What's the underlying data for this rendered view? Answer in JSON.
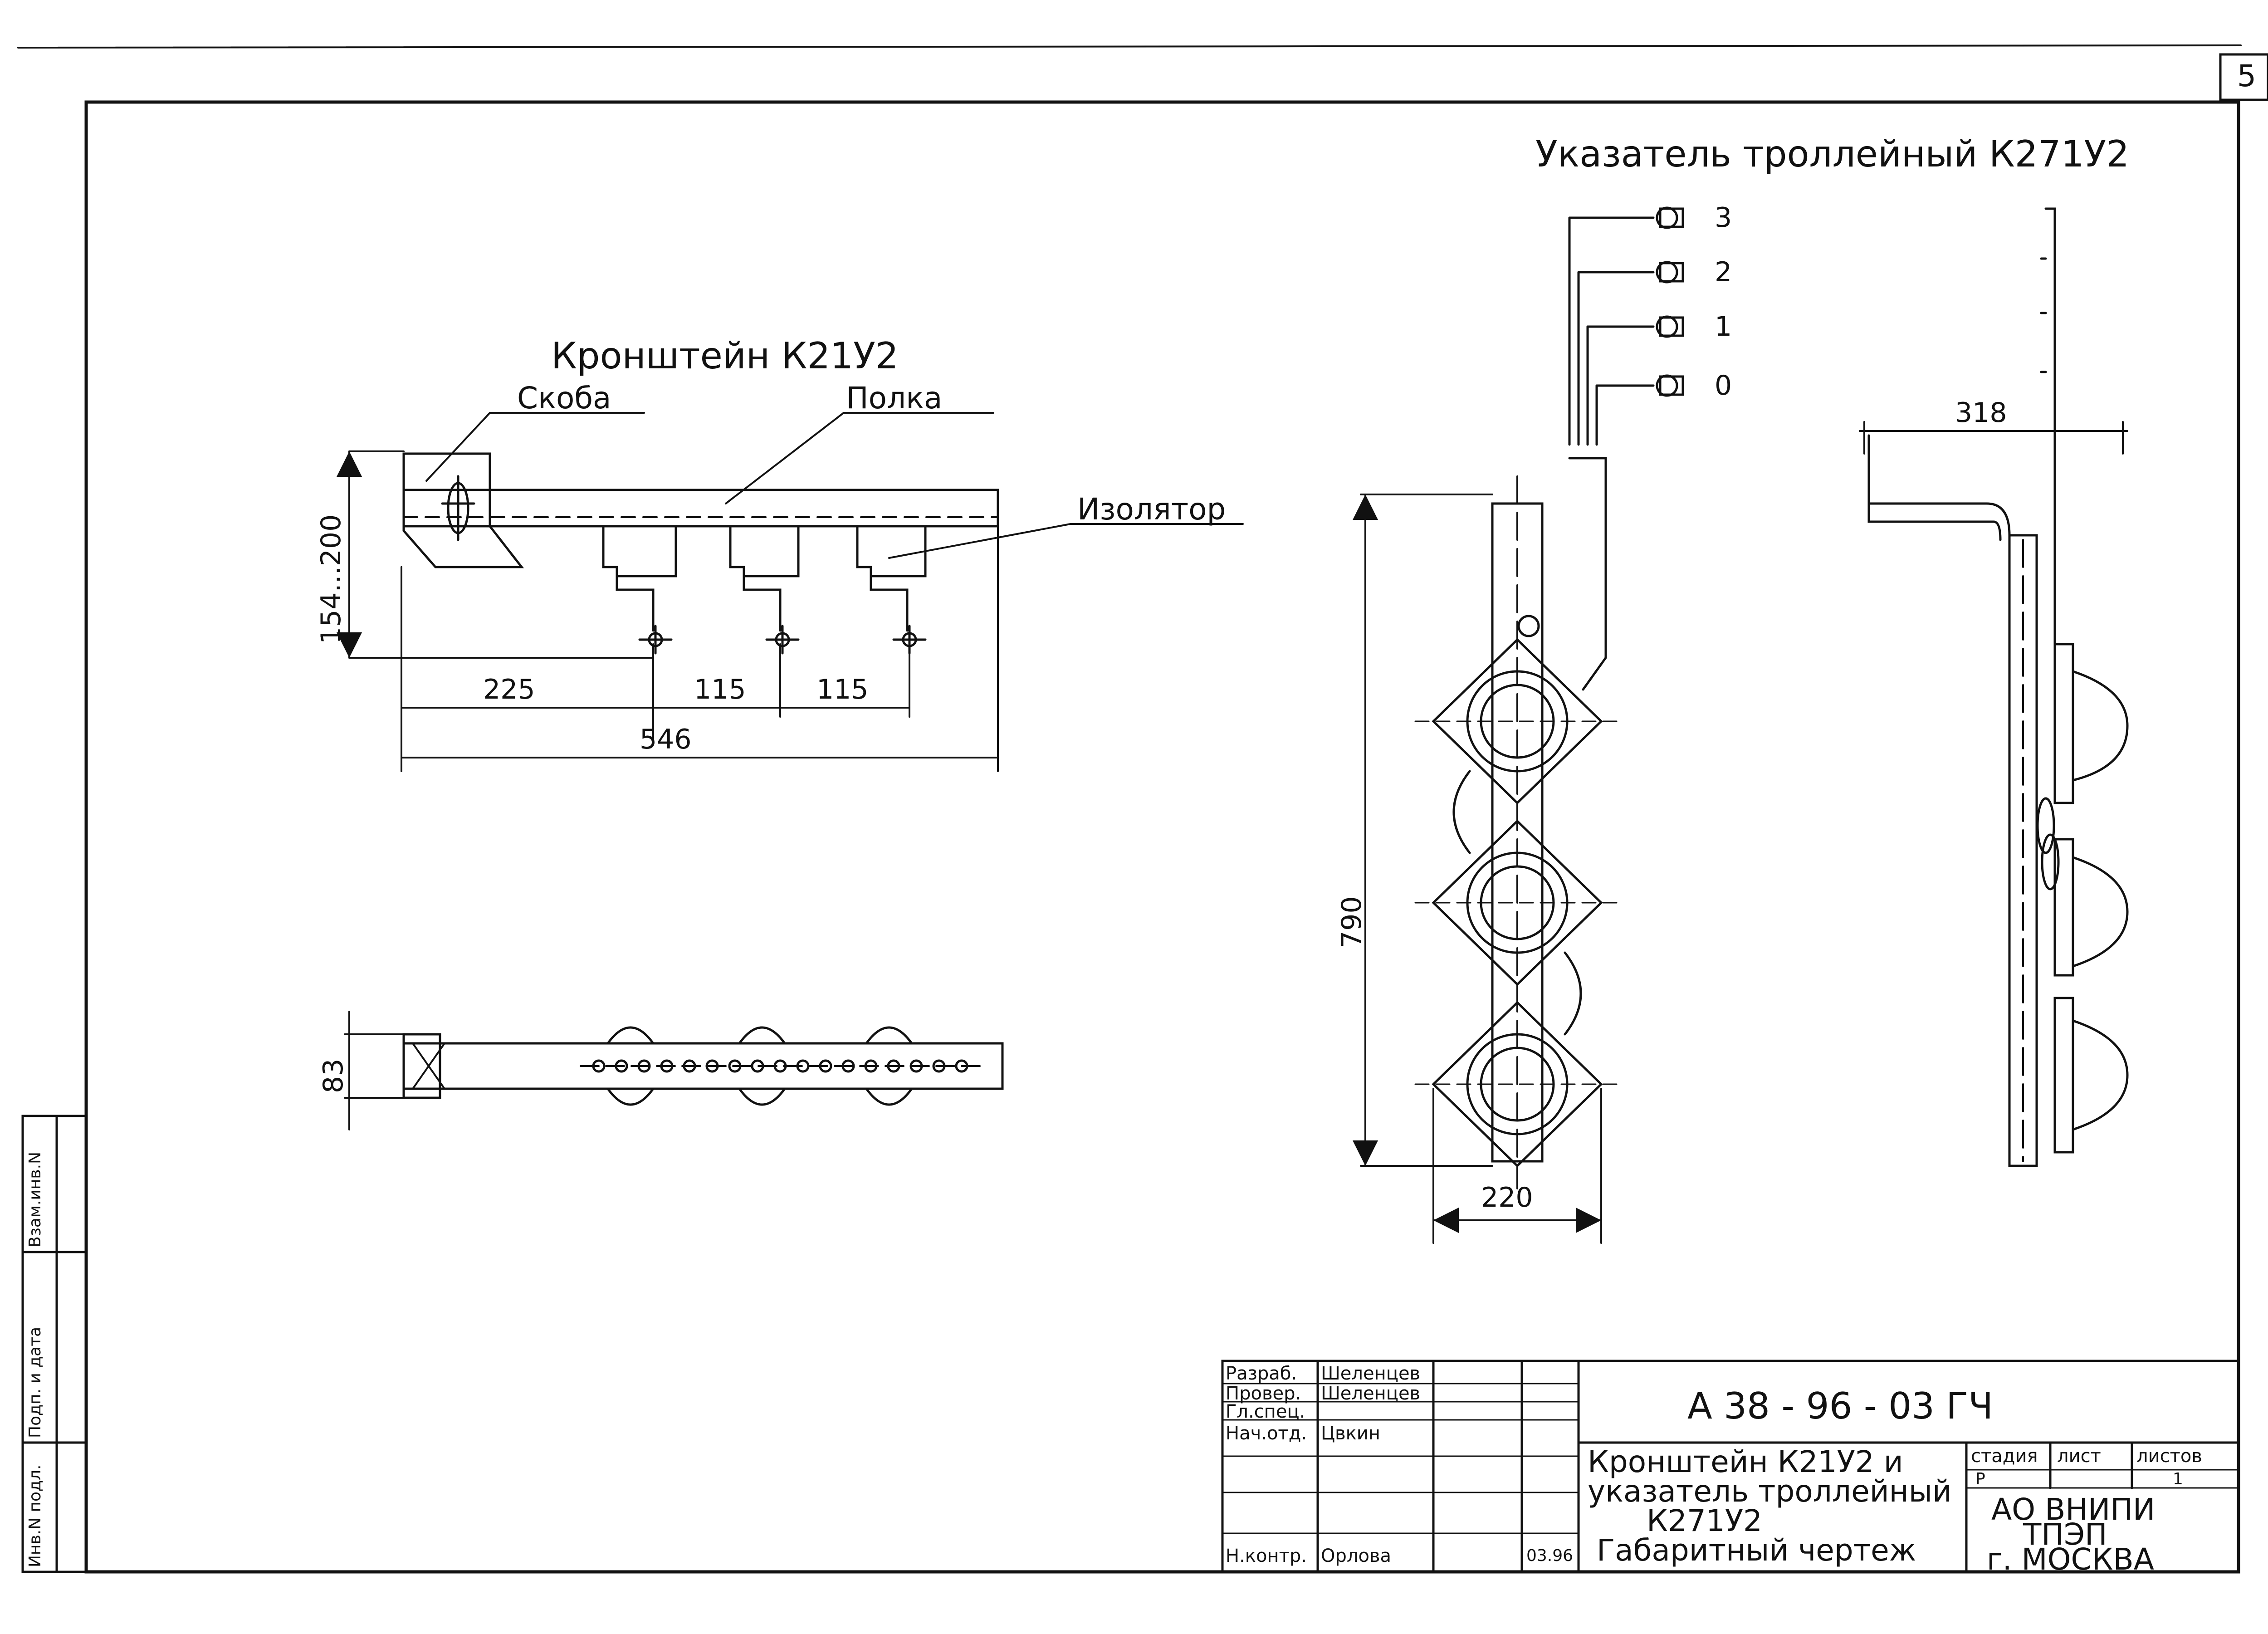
{
  "sheet": {
    "page_number": "5"
  },
  "bracket": {
    "title": "Кронштейн К21У2",
    "label_skoba": "Скоба",
    "label_polka": "Полка",
    "label_izolyator": "Изолятор",
    "dim_height": "154...200",
    "dim_a": "225",
    "dim_b": "115",
    "dim_c": "115",
    "dim_total": "546",
    "dim_plan": "83"
  },
  "indicator": {
    "title": "Указатель троллейный К271У2",
    "positions": [
      "3",
      "2",
      "1",
      "0"
    ],
    "dim_height": "790",
    "dim_width": "220",
    "dim_side": "318"
  },
  "side_stamp": {
    "col1": "Инв.N подл.",
    "col2": "Подп. и дата",
    "col3": "Взам.инв.N"
  },
  "title_block": {
    "roles": [
      "Разраб.",
      "Провер.",
      "Гл.спец.",
      "Нач.отд.",
      "",
      "",
      "Н.контр."
    ],
    "names": [
      "Шеленцев",
      "Шеленцев",
      "",
      "Цвкин",
      "",
      "",
      "Орлова"
    ],
    "date": "03.96",
    "code": "А 38 - 96 - 03 ГЧ",
    "drawing_title_1": "Кронштейн К21У2 и",
    "drawing_title_2": "указатель троллейный",
    "drawing_title_3": "К271У2",
    "drawing_title_4": "Габаритный чертеж",
    "hdr_stage": "стадия",
    "hdr_sheet": "лист",
    "hdr_sheets": "листов",
    "stage_value": "Р",
    "sheet_value": "",
    "sheets_value": "1",
    "org_1": "АО ВНИПИ",
    "org_2": "ТПЭП",
    "org_3": "г. МОСКВА"
  }
}
